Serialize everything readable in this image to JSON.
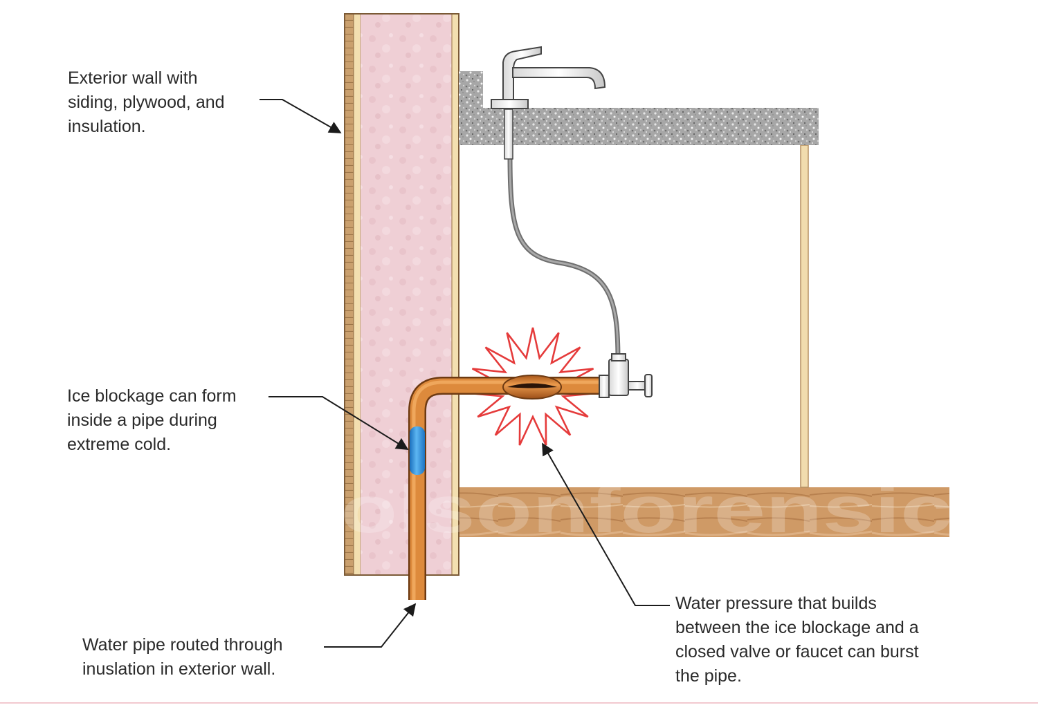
{
  "callouts": {
    "wall": [
      "Exterior wall with",
      "siding, plywood, and",
      "insulation."
    ],
    "ice": [
      "Ice blockage can form",
      "inside a pipe during",
      "extreme cold."
    ],
    "pipe": [
      "Water pipe routed through",
      "inuslation in exterior wall."
    ],
    "pressure": [
      "Water pressure that builds",
      "between the ice blockage and a",
      "closed valve or faucet can burst",
      "the pipe."
    ]
  },
  "watermark": "olsonforensic",
  "colors": {
    "insulation": "#f0cfd4",
    "siding": "#c99f6c",
    "plywood": "#f3dfb0",
    "pipe": "#d9822b",
    "ice": "#2f8fd8",
    "burst": "#e53b3b",
    "countertop": "#9c9c9c",
    "floor_joist": "#c98f5c",
    "supply_hose": "#8b8b8b"
  },
  "icons": [
    "faucet-icon",
    "shutoff-valve-icon",
    "burst-icon"
  ]
}
